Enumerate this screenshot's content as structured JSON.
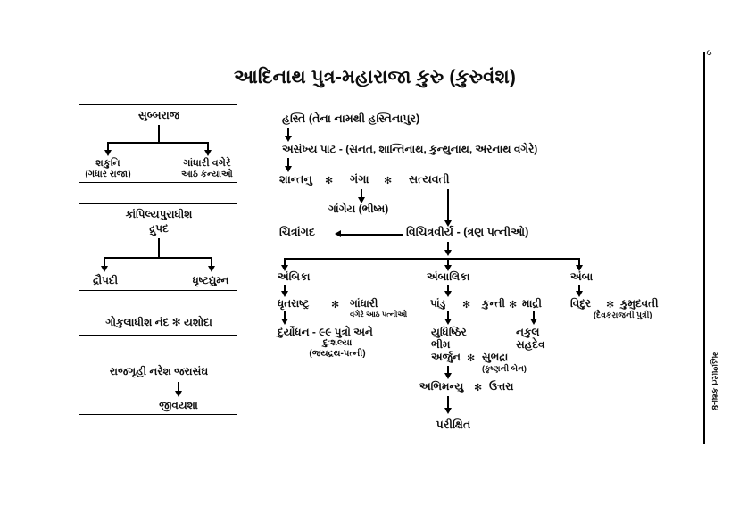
{
  "document": {
    "title": "આદિનાથ પુત્ર-મહારાજા કુરુ (કુરુવંશ)",
    "page_number": "૭",
    "margin_caption": "મહાભારત કથા-૪",
    "union_symbol": "✻",
    "arrow_down": "↓"
  },
  "side_boxes": [
    {
      "name": "subbaraj",
      "root": "સુબ્બરાજ",
      "children": [
        {
          "line1": "શકુનિ",
          "line2": "(ગંધાર રાજા)"
        },
        {
          "line1": "ગાંધારી વગેરે",
          "line2": "આઠ કન્યાઓ"
        }
      ]
    },
    {
      "name": "drupad",
      "root_line1": "કાંપિલ્યપુરાધીશ",
      "root_line2": "દ્રુપદ",
      "children": [
        {
          "line1": "દ્રૌપદી"
        },
        {
          "line1": "ધૃષ્ટદ્યુમ્ન"
        }
      ]
    },
    {
      "name": "nand",
      "single_line": "ગોકુલાધીશ નંદ ✻ યશોદા"
    },
    {
      "name": "jarasandh",
      "root": "રાજગૃહી નરેશ   જરાસંઘ",
      "child": "જીવયશા"
    }
  ],
  "tree": {
    "hasti": "હસ્તિ (તેના નામથી હસ્તિનાપુર)",
    "asankhya_pat": "અસંખ્ય પાટ - (સનત, શાન્તિનાથ, કુન્થુનાથ, અરનાથ વગેરે)",
    "shantanu": "શાન્તનુ",
    "ganga": "ગંગા",
    "satyavati": "સત્યવતી",
    "gangeya": "ગાંગેય (ભીષ્મ)",
    "chitrangad": "ચિત્રાંગદ",
    "vichitravirya": "વિચિત્રવીર્ય - (ત્રણ પત્નીઓ)",
    "branches": [
      {
        "mother": "અંબિકા",
        "husband": "ધૃતરાષ્ટ્ર",
        "wife": "ગાંધારી",
        "wife_note": "વગેરે આઠ પત્નીઓ",
        "children_line1": "દુર્યોધન - ૯૯ પુત્રો અને",
        "children_line2": "દુઃશલ્યા",
        "children_line3": "(જયદ્રથ-પત્ની)"
      },
      {
        "mother": "અંબાલિકા",
        "husband": "પાંડુ",
        "wife1": "કુન્તી",
        "wife2": "માદ્રી",
        "kunti_sons": [
          "યુધિષ્ઠિર",
          "ભીમ"
        ],
        "arjun": "અર્જુન",
        "subhadra": "સુભદ્રા",
        "subhadra_note": "(કૃષ્ણની બેન)",
        "madri_sons": [
          "નકુલ",
          "સહદેવ"
        ],
        "abhimanyu": "અભિમન્યુ",
        "uttara": "ઉત્તરા",
        "parikshit": "પરીક્ષિત"
      },
      {
        "mother": "અંબા",
        "husband": "વિદુર",
        "wife": "કુમુદવતી",
        "wife_note": "(દૈવકરાજની પુત્રી)"
      }
    ]
  }
}
